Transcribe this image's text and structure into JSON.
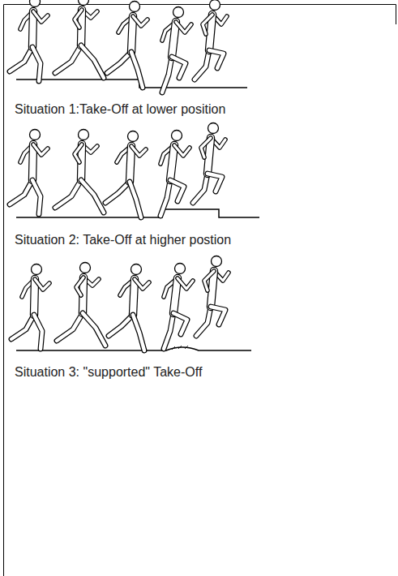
{
  "diagram": {
    "labels": [
      "Situation 1:Take-Off at lower position",
      "Situation 2: Take-Off at higher postion",
      "Situation 3: \"supported\" Take-Off"
    ]
  }
}
